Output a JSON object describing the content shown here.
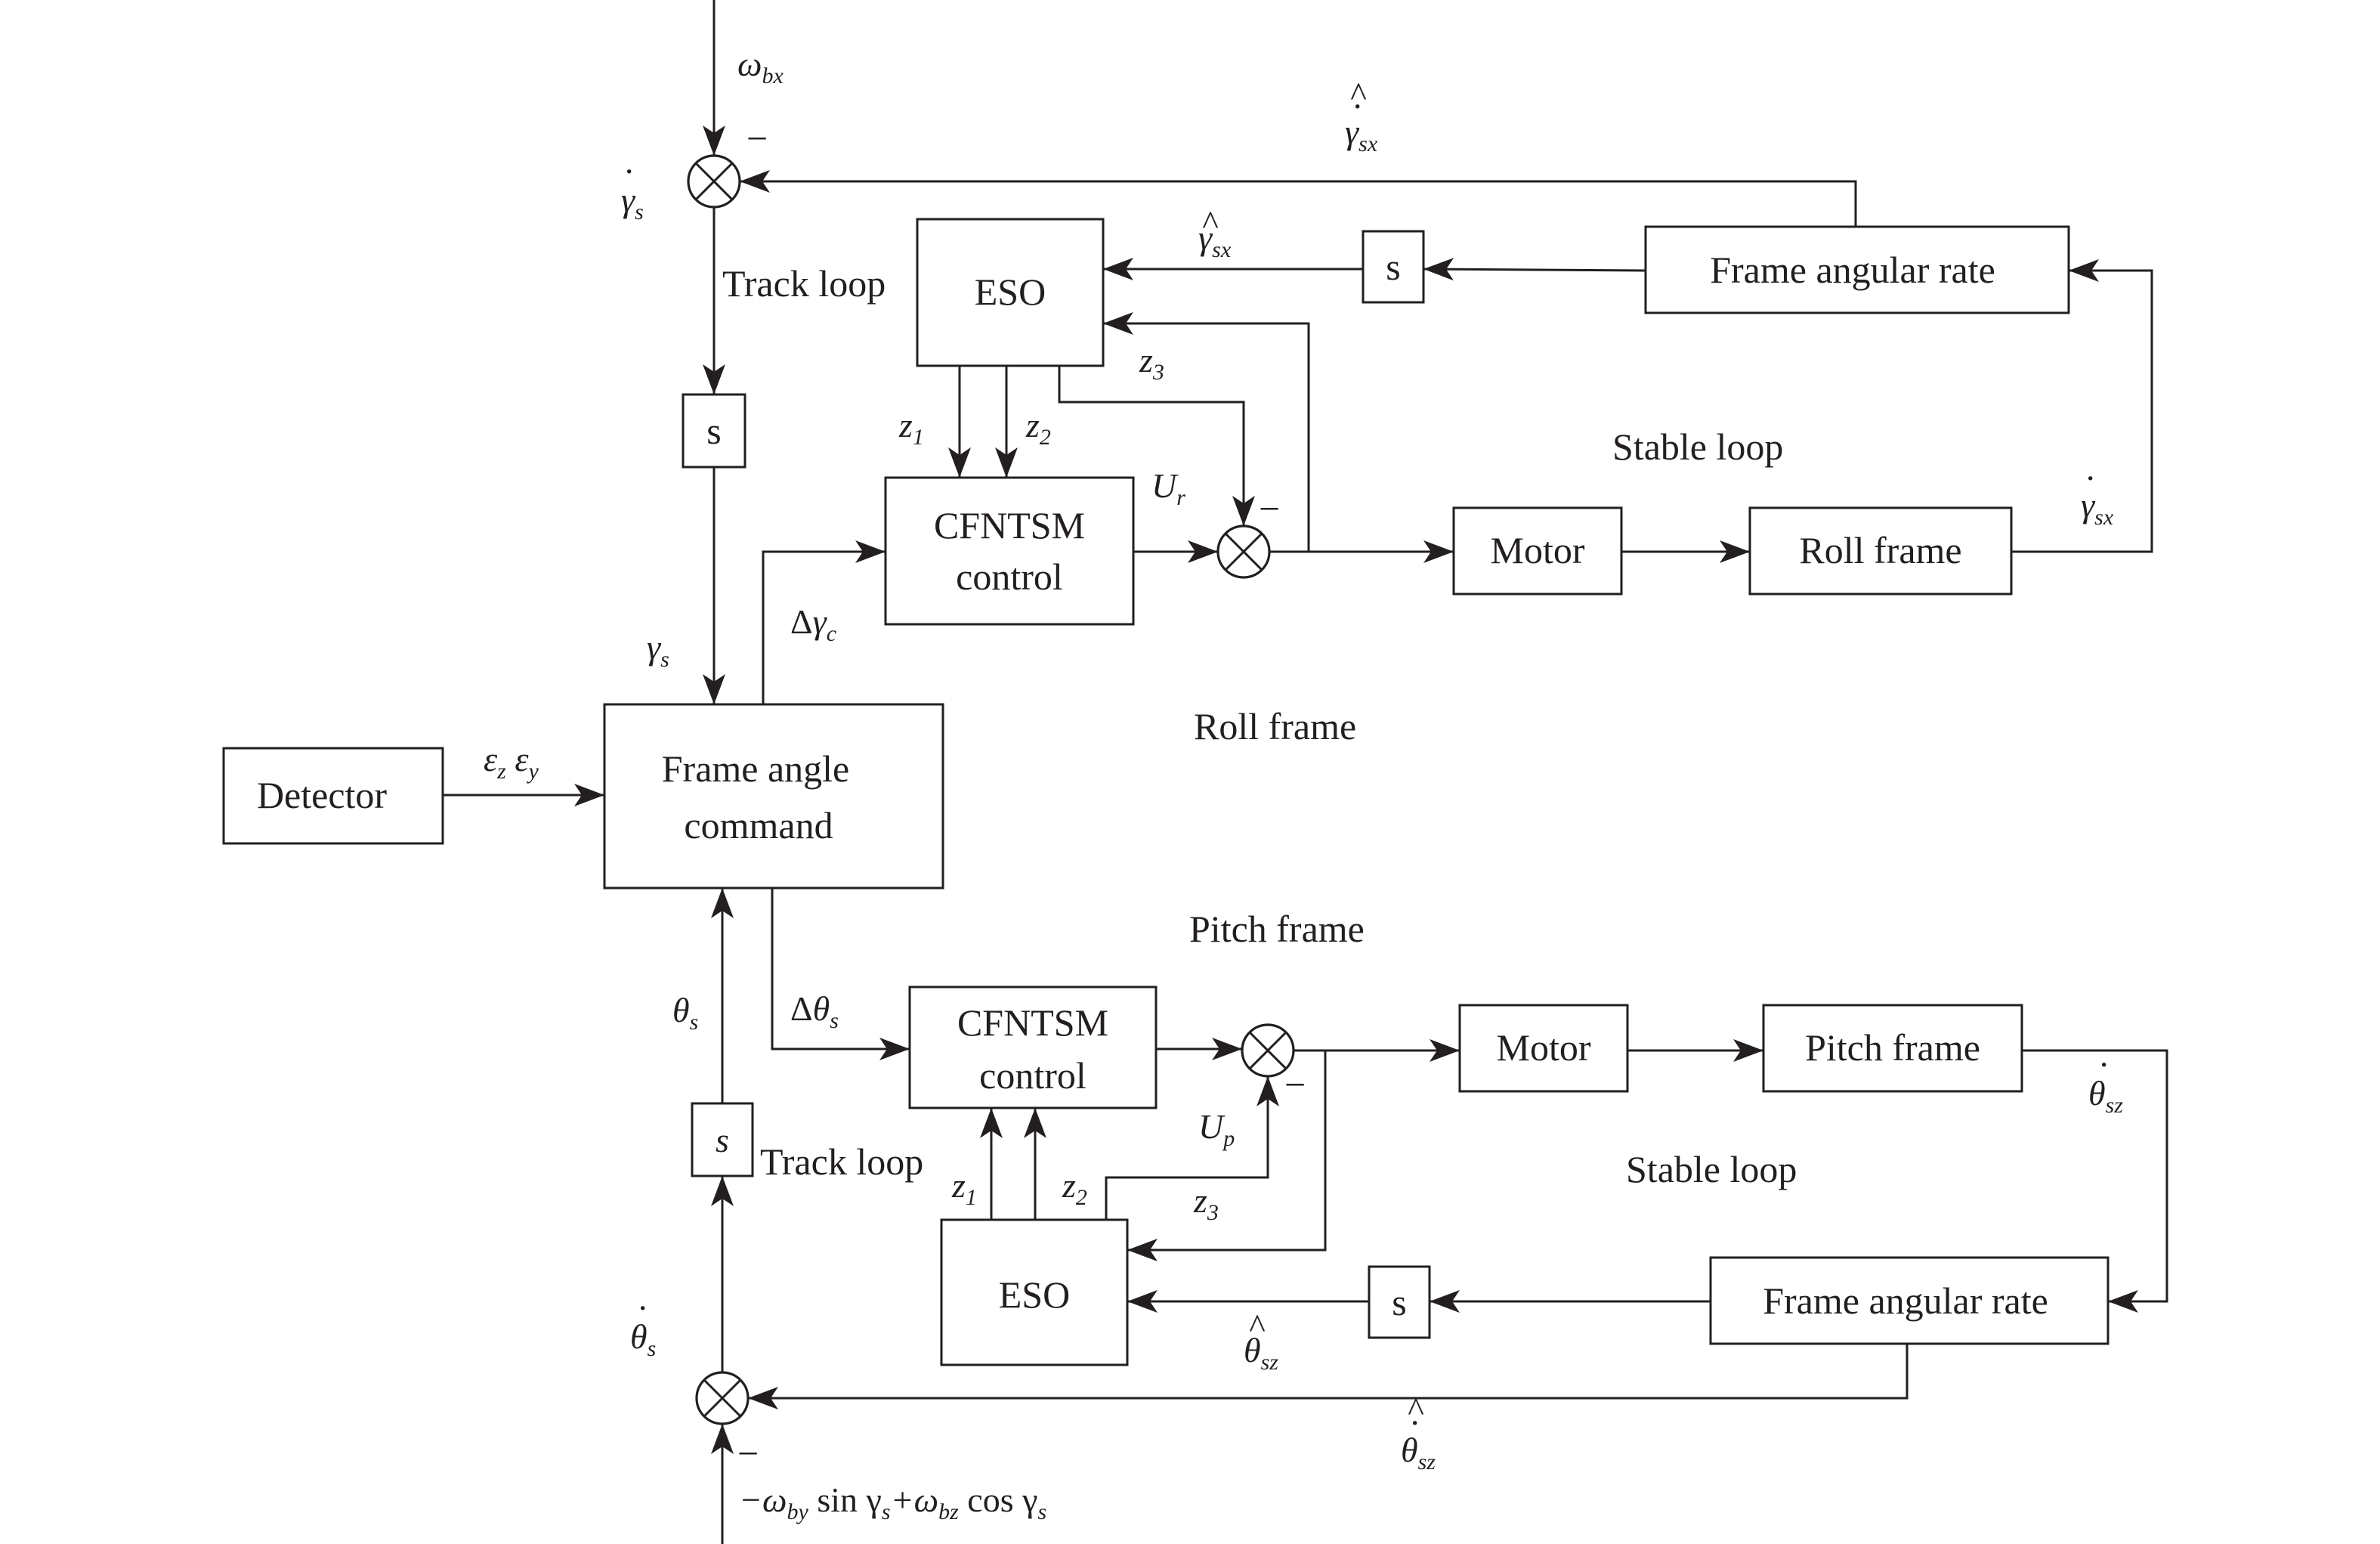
{
  "blocks": {
    "detector": "Detector",
    "frame_angle_command": [
      "Frame angle",
      "command"
    ],
    "roll_eso": "ESO",
    "roll_control": [
      "CFNTSM",
      "control"
    ],
    "roll_motor": "Motor",
    "roll_frame_block": "Roll frame",
    "roll_rate": "Frame angular rate",
    "roll_track_s": "s",
    "roll_feedback_s": "s",
    "pitch_eso": "ESO",
    "pitch_control": [
      "CFNTSM",
      "control"
    ],
    "pitch_motor": "Motor",
    "pitch_frame_block": "Pitch frame",
    "pitch_rate": "Frame angular rate",
    "pitch_track_s": "s",
    "pitch_feedback_s": "s"
  },
  "labels": {
    "roll_track_loop": "Track loop",
    "roll_stable_loop": "Stable loop",
    "roll_frame_section": "Roll frame",
    "pitch_frame_section": "Pitch frame",
    "pitch_track_loop": "Track loop",
    "pitch_stable_loop": "Stable loop"
  },
  "signals": {
    "omega_bx": {
      "base": "ω",
      "sub": "bx"
    },
    "gamma_dot_s": {
      "base": "γ",
      "sub": "s"
    },
    "gamma_hat_dot_sx": {
      "base": "γ",
      "sub": "sx"
    },
    "gamma_hat_sx": {
      "base": "γ",
      "sub": "sx"
    },
    "gamma_dot_sx": {
      "base": "γ",
      "sub": "sx"
    },
    "gamma_s": {
      "base": "γ",
      "sub": "s"
    },
    "delta_gamma_c": {
      "pre": "Δ",
      "base": "γ",
      "sub": "c"
    },
    "roll_z1": {
      "base": "z",
      "sub": "1"
    },
    "roll_z2": {
      "base": "z",
      "sub": "2"
    },
    "roll_z3": {
      "base": "z",
      "sub": "3"
    },
    "u_r": {
      "base": "U",
      "sub": "r"
    },
    "eps": {
      "a": "ε",
      "a_sub": "z",
      "b": "ε",
      "b_sub": "y"
    },
    "theta_s": {
      "base": "θ",
      "sub": "s"
    },
    "delta_theta_s": {
      "pre": "Δ",
      "base": "θ",
      "sub": "s"
    },
    "theta_dot_sz": {
      "base": "θ",
      "sub": "sz"
    },
    "u_p": {
      "base": "U",
      "sub": "p"
    },
    "pitch_z1": {
      "base": "z",
      "sub": "1"
    },
    "pitch_z2": {
      "base": "z",
      "sub": "2"
    },
    "pitch_z3": {
      "base": "z",
      "sub": "3"
    },
    "theta_dot_s": {
      "base": "θ",
      "sub": "s"
    },
    "theta_hat_sz": {
      "base": "θ",
      "sub": "sz"
    },
    "theta_hat_dot_sz": {
      "base": "θ",
      "sub": "sz"
    },
    "disturbance": {
      "t1": "−ω",
      "s1": "by",
      "t2": " sin γ",
      "s2": "s",
      "t3": "+ω",
      "s3": "bz",
      "t4": " cos γ",
      "s4": "s"
    },
    "minus": "−"
  },
  "accents": {
    "dot": "·",
    "hat": "^"
  }
}
